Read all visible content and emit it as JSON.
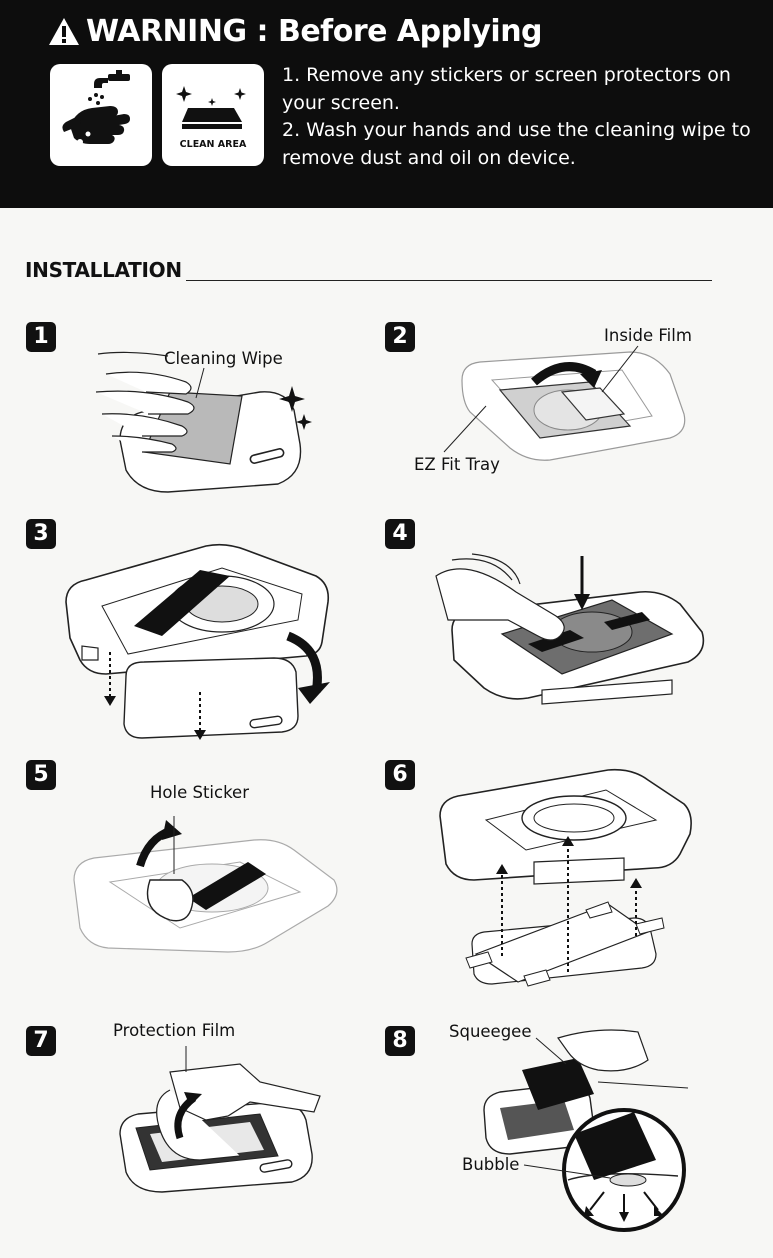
{
  "warning": {
    "title": "WARNING : Before Applying",
    "clean_area_label": "CLEAN AREA",
    "steps": [
      "1. Remove any stickers or screen protectors on your screen.",
      "2. Wash your hands and use the cleaning wipe to remove dust and oil on device."
    ]
  },
  "installation": {
    "title": "INSTALLATION",
    "steps": [
      {
        "number": "1",
        "labels": [
          "Cleaning Wipe"
        ]
      },
      {
        "number": "2",
        "labels": [
          "Inside Film",
          "EZ Fit Tray"
        ]
      },
      {
        "number": "3",
        "labels": []
      },
      {
        "number": "4",
        "labels": []
      },
      {
        "number": "5",
        "labels": [
          "Hole Sticker"
        ]
      },
      {
        "number": "6",
        "labels": []
      },
      {
        "number": "7",
        "labels": [
          "Protection Film"
        ]
      },
      {
        "number": "8",
        "labels": [
          "Squeegee",
          "Bubble"
        ]
      }
    ]
  },
  "icons": [
    "warning-icon",
    "hand-wash-icon",
    "clean-area-icon"
  ]
}
